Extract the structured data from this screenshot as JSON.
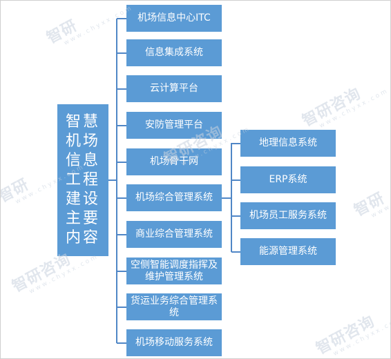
{
  "diagram": {
    "root": "智慧机场信息工程建设主要内容",
    "categories": [
      "机场信息中心ITC",
      "信息集成系统",
      "云计算平台",
      "安防管理平台",
      "机场骨干网",
      "机场综合管理系统",
      "商业综合管理系统",
      "空侧智能调度指挥及维护管理系统",
      "货运业务综合管理系统",
      "机场移动服务系统"
    ],
    "subsystems": [
      "地理信息系统",
      "ERP系统",
      "机场员工服务系统",
      "能源管理系统"
    ]
  },
  "watermark": {
    "brand": "智研咨询",
    "brand_short": "智研",
    "url": "www.chyxx.com",
    "color": "#c9d3df"
  },
  "colors": {
    "box_fill": "#5b9bd5",
    "connector": "#4f86c6",
    "text": "#ffffff"
  }
}
